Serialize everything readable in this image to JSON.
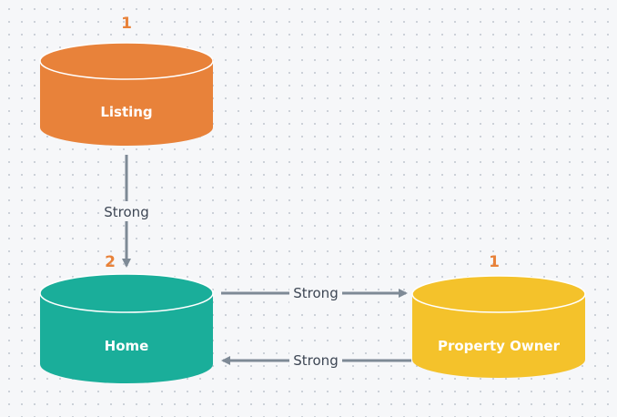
{
  "colors": {
    "listing": "#e8823a",
    "home": "#1aae9a",
    "property_owner": "#f4c22b",
    "count_label": "#e8823a",
    "edge": "#7e8a96"
  },
  "nodes": {
    "listing": {
      "label": "Listing",
      "count": "1"
    },
    "home": {
      "label": "Home",
      "count": "2"
    },
    "property_owner": {
      "label": "Property Owner",
      "count": "1"
    }
  },
  "edges": {
    "listing_to_home": {
      "label": "Strong"
    },
    "home_to_owner": {
      "label": "Strong"
    },
    "owner_to_home": {
      "label": "Strong"
    }
  }
}
